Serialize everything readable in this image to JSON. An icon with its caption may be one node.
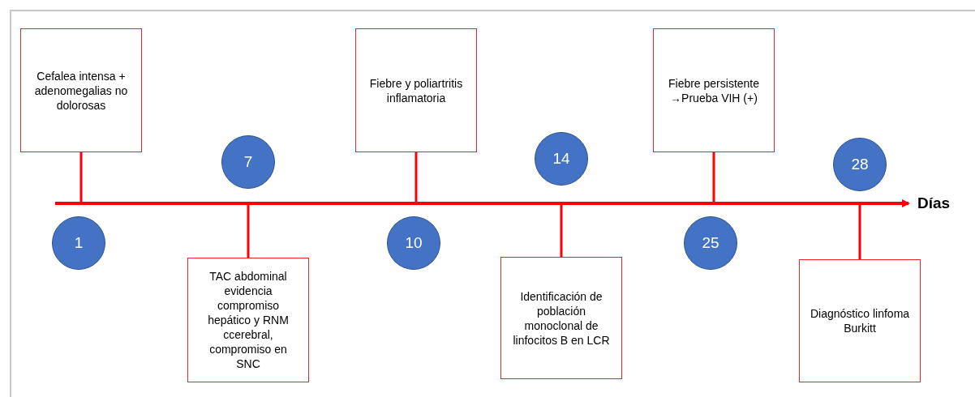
{
  "diagram": {
    "nodes": [
      {
        "text": [
          "Cefalea intensa + adenomegalias no dolorosas"
        ]
      },
      {
        "text": [
          "1"
        ]
      },
      {
        "text": [
          "7"
        ]
      },
      {
        "text": [
          "TAC abdominal evidencia compromiso hepático y RNM ccerebral, compromiso en SNC"
        ]
      },
      {
        "text": [
          "Fiebre y poliartritis inflamatoria"
        ]
      },
      {
        "text": [
          "10"
        ]
      },
      {
        "text": [
          "14"
        ]
      },
      {
        "text": [
          "Identificación de población monoclonal de linfocitos B en LCR"
        ]
      },
      {
        "text": [
          "Fiebre persistente →Prueba VIH (+)"
        ]
      },
      {
        "text": [
          "25"
        ]
      },
      {
        "text": [
          "28"
        ]
      },
      {
        "text": [
          "Diagnóstico linfoma Burkitt"
        ]
      }
    ],
    "edges": [
      {
        "from": 0,
        "to": null,
        "arrow": "none"
      },
      {
        "from": 3,
        "to": null,
        "arrow": "none"
      },
      {
        "from": 4,
        "to": null,
        "arrow": "none"
      },
      {
        "from": 7,
        "to": null,
        "arrow": "none"
      },
      {
        "from": 8,
        "to": null,
        "arrow": "none"
      },
      {
        "from": 11,
        "to": null,
        "arrow": "none"
      }
    ],
    "labels": [
      "Días"
    ]
  }
}
